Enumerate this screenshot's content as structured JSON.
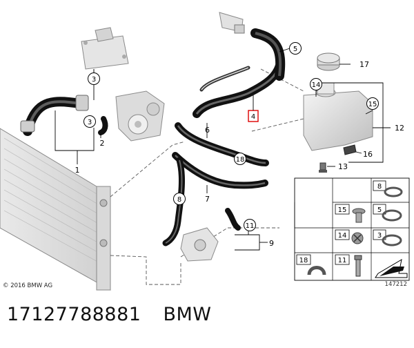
{
  "diagram": {
    "copyright": "© 2016 BMW AG",
    "diagram_id": "147212",
    "callouts": {
      "c1": "1",
      "c2": "2",
      "c3a": "3",
      "c3b": "3",
      "c4": "4",
      "c5": "5",
      "c6": "6",
      "c7": "7",
      "c8": "8",
      "c9": "9",
      "c11": "11",
      "c12": "12",
      "c13": "13",
      "c14": "14",
      "c15": "15",
      "c16": "16",
      "c17": "17",
      "c18": "18"
    },
    "grid": {
      "g8": "8",
      "g15": "15",
      "g5": "5",
      "g14": "14",
      "g3": "3",
      "g18": "18",
      "g11": "11"
    }
  },
  "caption": {
    "part_number": "17127788881",
    "brand": "BMW"
  }
}
